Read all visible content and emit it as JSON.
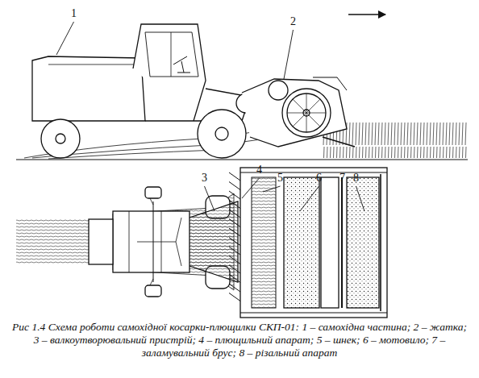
{
  "diagram": {
    "caption": "Рис 1.4 Схема роботи самохідної косарки-плющилки СКП-01: 1 – самохідна частина; 2 – жатка; 3 – валкоутворювальний пристрій; 4 – плющильний апарат; 5 – шнек; 6 – мотовило; 7 – заламувальний брус; 8 – різальний апарат",
    "labels": [
      "1",
      "2",
      "3",
      "4",
      "5",
      "6",
      "7",
      "8"
    ]
  }
}
